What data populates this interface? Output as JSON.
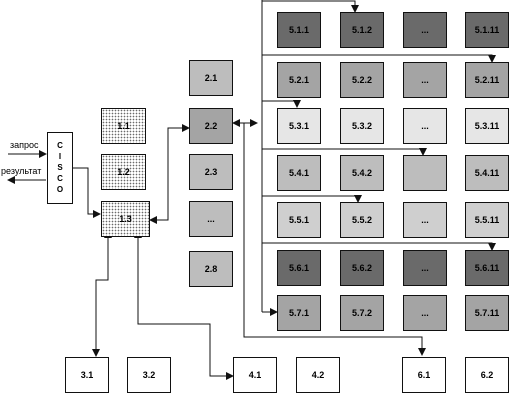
{
  "labels": {
    "request": "запрос",
    "result": "результат"
  },
  "router": {
    "label": "CISCO"
  },
  "col1": [
    "1.1",
    "1.2",
    "1.3"
  ],
  "col2": [
    "2.1",
    "2.2",
    "2.3",
    "...",
    "2.8"
  ],
  "grid": {
    "rows": [
      [
        "5.1.1",
        "5.1.2",
        "...",
        "5.1.11"
      ],
      [
        "5.2.1",
        "5.2.2",
        "...",
        "5.2.11"
      ],
      [
        "5.3.1",
        "5.3.2",
        "...",
        "5.3.11"
      ],
      [
        "5.4.1",
        "5.4.2",
        "",
        "5.4.11"
      ],
      [
        "5.5.1",
        "5.5.2",
        "...",
        "5.5.11"
      ],
      [
        "5.6.1",
        "5.6.2",
        "...",
        "5.6.11"
      ],
      [
        "5.7.1",
        "5.7.2",
        "...",
        "5.7.11"
      ]
    ]
  },
  "bottom": [
    "3.1",
    "3.2",
    "4.1",
    "4.2",
    "6.1",
    "6.2"
  ],
  "colors": {
    "dark": "#6a6a6a",
    "mid": "#a4a4a4",
    "light": "#bdbdbd",
    "vlight": "#e6e6e6",
    "line": "#111111"
  }
}
